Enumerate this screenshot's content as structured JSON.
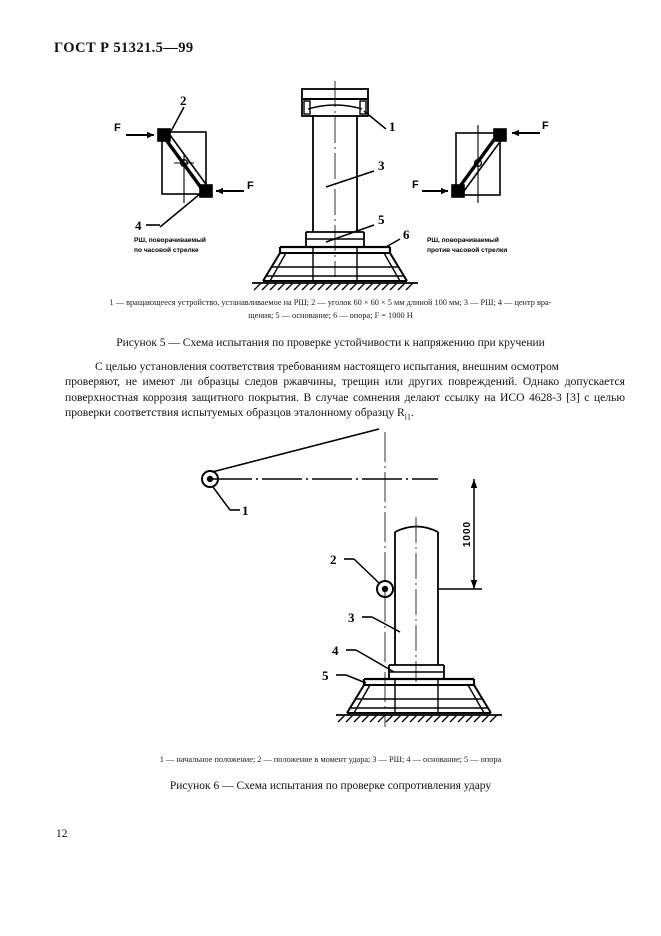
{
  "header": {
    "standard": "ГОСТ Р 51321.5—99"
  },
  "page_number": "12",
  "figure5": {
    "labels": {
      "n1": "1",
      "n2": "2",
      "n3": "3",
      "n4": "4",
      "n5": "5",
      "n6": "6"
    },
    "force_arrows": {
      "f_left_top": "F",
      "f_left_bottom": "F",
      "f_right_top": "F",
      "f_right_bottom": "F"
    },
    "inset_left_caption_line1": "РШ, поворачиваемый",
    "inset_left_caption_line2": "по часовой стрелке",
    "inset_right_caption_line1": "РШ, поворачиваемый",
    "inset_right_caption_line2": "против часовой стрелки",
    "legend_line1": "1 — вращающееся устройство, устанавливаемое на РШ; 2 — уголок 60 × 60 × 5 мм длиной 100 мм; 3 — РШ; 4 — центр вра-",
    "legend_line2": "щения; 5 — основание; 6 — опора; F = 1000 Н",
    "caption": "Рисунок 5 — Схема испытания по проверке устойчивости к напряжению при кручении"
  },
  "body_text": {
    "p1_line1": "С целью установления соответствия требованиям настоящего испытания, внешним осмотром",
    "p1_line2": "проверяют, не имеют ли образцы следов ржавчины, трещин или других повреждений. Однако",
    "p1_line3": "допускается поверхностная коррозия защитного покрытия. В случае сомнения делают ссылку на",
    "p1_line4_a": "ИСО 4628-3 [3] с целью проверки соответствия испытуемых образцов эталонному образцу R",
    "p1_line4_sub": "i1",
    "p1_line4_b": "."
  },
  "figure6": {
    "labels": {
      "n1": "1",
      "n2": "2",
      "n3": "3",
      "n4": "4",
      "n5": "5"
    },
    "dimension": "1000",
    "legend": "1 — начальное положение; 2 — положение в момент удара; 3 — РШ; 4 — основание; 5 — опора",
    "caption": "Рисунок 6 — Схема испытания по проверке сопротивления удару"
  }
}
